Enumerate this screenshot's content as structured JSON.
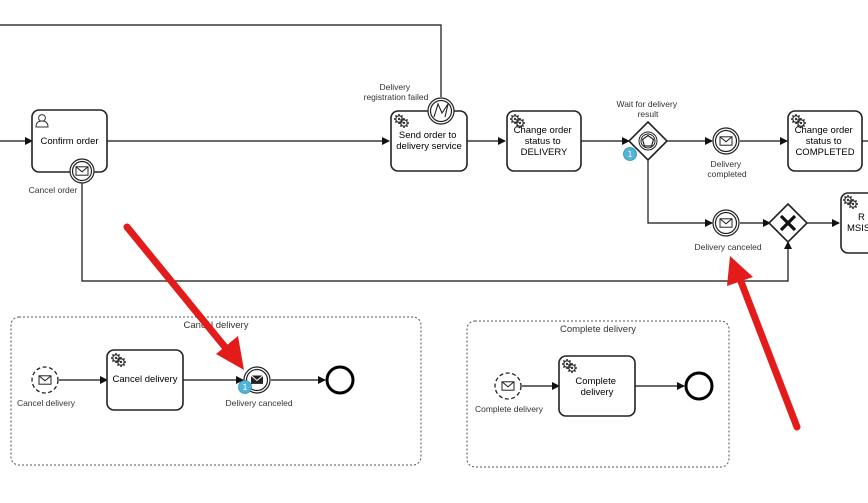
{
  "colors": {
    "badge": "#52b5d7",
    "arrow": "#e31b1b",
    "stroke": "#222222"
  },
  "tasks": {
    "confirm_order": "Confirm order",
    "send_order": [
      "Send order to",
      "delivery service"
    ],
    "change_status_delivery": [
      "Change order",
      "status to",
      "DELIVERY"
    ],
    "change_status_completed": [
      "Change order",
      "status to",
      "COMPLETED"
    ],
    "partial_task": [
      "R",
      "MSIS"
    ],
    "cancel_delivery_task": "Cancel delivery",
    "complete_delivery_task": [
      "Complete",
      "delivery"
    ]
  },
  "events": {
    "delivery_registration_failed": [
      "Delivery",
      "registration failed"
    ],
    "cancel_order": "Cancel order",
    "wait_for_delivery_result": [
      "Wait for delivery",
      "result"
    ],
    "delivery_completed": [
      "Delivery",
      "completed"
    ],
    "delivery_canceled": "Delivery canceled",
    "sub_cancel_delivery_start": "Cancel delivery",
    "sub_delivery_canceled": "Delivery canceled",
    "sub_complete_delivery_start": "Complete delivery"
  },
  "subprocesses": {
    "cancel_delivery_title": "Cancel delivery",
    "complete_delivery_title": "Complete delivery"
  },
  "badges": {
    "gateway_badge": "1",
    "throw_badge": "1"
  },
  "icons": {
    "user_task": "user-icon",
    "service_task": "gear-icon",
    "message": "envelope-icon",
    "error": "lightning-icon",
    "exclusive_gateway": "x-icon",
    "event_gateway": "pentagon-icon"
  }
}
